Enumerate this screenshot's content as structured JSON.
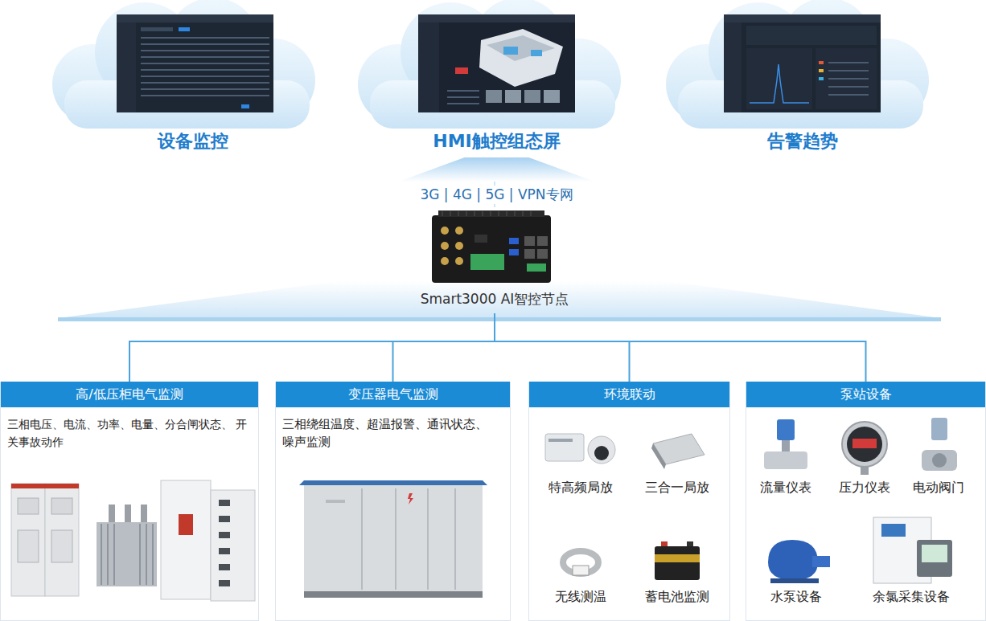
{
  "diagram": {
    "nodes": [
      {
        "text": [
          "设备监控"
        ]
      },
      {
        "text": [
          "HMI触控组态屏"
        ]
      },
      {
        "text": [
          "告警趋势"
        ]
      },
      {
        "text": [
          "Smart3000 AI智控节点"
        ]
      },
      {
        "text": [
          "高/低压柜电气监测",
          "三相电压、电流、功率、电量、分合闸状态、 开关事故动作"
        ]
      },
      {
        "text": [
          "变压器电气监测",
          "三相绕组温度、超温报警、通讯状态、 噪声监测"
        ]
      },
      {
        "text": [
          "环境联动"
        ]
      },
      {
        "text": [
          "泵站设备"
        ]
      }
    ],
    "edges": [
      {
        "from": 3,
        "to": 1,
        "arrow": "to",
        "label": "3G | 4G | 5G | VPN专网"
      },
      {
        "from": 3,
        "to": 4,
        "arrow": "none"
      },
      {
        "from": 3,
        "to": 5,
        "arrow": "none"
      },
      {
        "from": 3,
        "to": 6,
        "arrow": "none"
      },
      {
        "from": 3,
        "to": 7,
        "arrow": "none"
      }
    ],
    "labels": [
      "特高频局放",
      "三合一局放",
      "无线测温",
      "蓄电池监测",
      "流量仪表",
      "压力仪表",
      "电动阀门",
      "水泵设备",
      "余氯采集设备"
    ]
  }
}
